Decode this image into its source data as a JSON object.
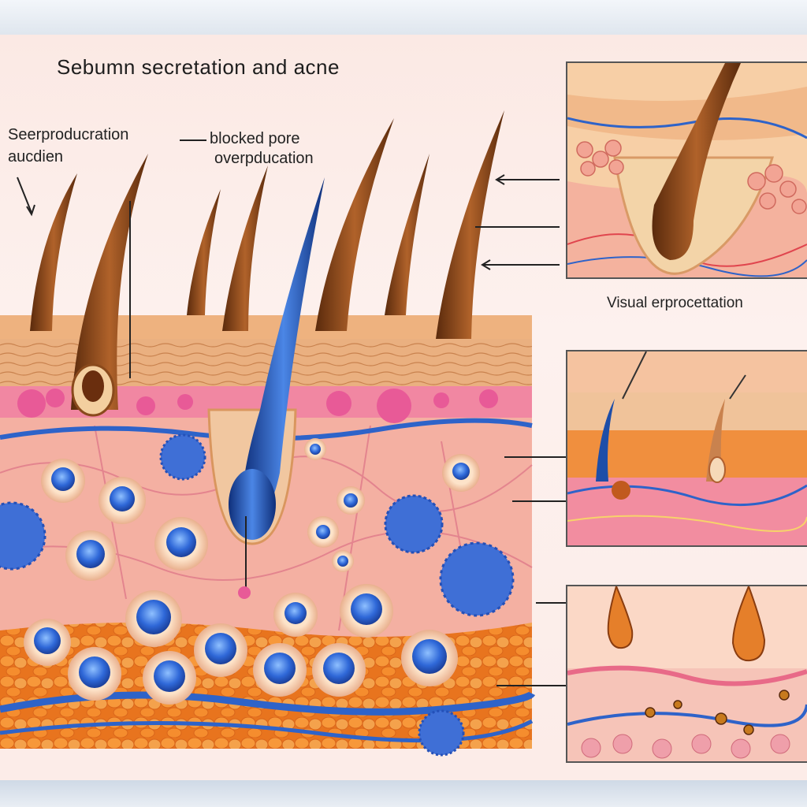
{
  "title": "Sebumn secretation and acne",
  "labels": {
    "left_line1": "Seerproducration",
    "left_line2": "aucdien",
    "mid_line1": "blocked pore",
    "mid_line2": "overpducation",
    "visual": "Visual erprocettation"
  },
  "colors": {
    "skin_top": "#e9a878",
    "dermis": "#f3b4a6",
    "fat": "#f08a2c",
    "vessel": "#2e63c9",
    "hair": "#7a3c16",
    "bacteria": "#3f6fd6"
  },
  "icons": [
    "arrow-icon",
    "hair-follicle-icon",
    "bacteria-icon",
    "blood-vessel-icon"
  ]
}
